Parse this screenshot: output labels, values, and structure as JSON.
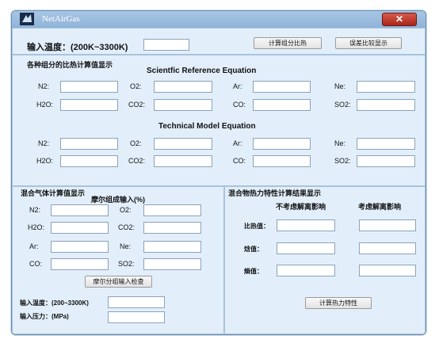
{
  "window": {
    "title": "NetAirGas",
    "close_label": "✕"
  },
  "top": {
    "input_temp_label": "输入温度：(200K~3300K)",
    "calc_button": "计算组分比热",
    "error_button": "误差比较显示"
  },
  "species": {
    "section_title": "各种组分的比热计算值显示",
    "ref_title": "Scientfic  Reference Equation",
    "model_title": "Technical Model Equation",
    "n2": "N2:",
    "o2": "O2:",
    "ar": "Ar:",
    "ne": "Ne:",
    "h2o": "H2O:",
    "co2": "CO2:",
    "co": "CO:",
    "so2": "SO2:"
  },
  "mixture": {
    "section_title": "混合气体计算值显示",
    "mole_title": "摩尔组成输入(%)",
    "n2": "N2:",
    "o2": "O2:",
    "h2o": "H2O:",
    "co2": "CO2:",
    "ar": "Ar:",
    "ne": "Ne:",
    "co": "CO:",
    "so2": "SO2:",
    "check_button": "摩尔分组输入检查",
    "temp_label": "输入温度：(200~3300K)",
    "pressure_label": "输入压力：(MPa)"
  },
  "results": {
    "section_title": "混合物热力特性计算结果显示",
    "col_no_dissoc": "不考虑解离影响",
    "col_dissoc": "考虑解离影响",
    "specific_heat": "比热值：",
    "enthalpy": "焓值：",
    "entropy": "熵值：",
    "calc_button": "计算热力特性"
  }
}
